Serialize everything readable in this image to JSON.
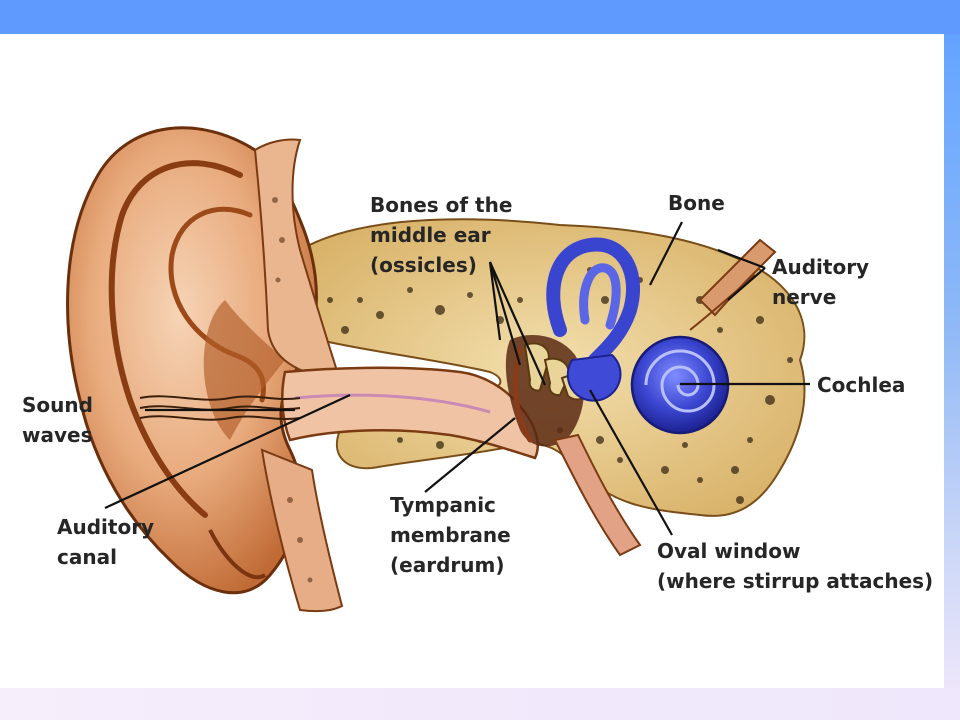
{
  "labels": {
    "ossicles": [
      "Bones of the",
      "middle ear",
      "(ossicles)"
    ],
    "bone": [
      "Bone"
    ],
    "auditory_nerve": [
      "Auditory",
      "nerve"
    ],
    "cochlea": [
      "Cochlea"
    ],
    "sound_waves": [
      "Sound",
      "waves"
    ],
    "auditory_canal": [
      "Auditory",
      "canal"
    ],
    "tympanic": [
      "Tympanic",
      "membrane",
      "(eardrum)"
    ],
    "oval_window": [
      "Oval window",
      "(where stirrup attaches)"
    ]
  },
  "colors": {
    "top_band": "#5f9bff",
    "panel": "#ffffff",
    "bottom_band": "#f4ecfb",
    "skin": "#e6a77a",
    "skin_dark": "#a6551f",
    "bone": "#e8c98a",
    "inner_ear": "#3f4bd6",
    "label_text": "#262626"
  }
}
